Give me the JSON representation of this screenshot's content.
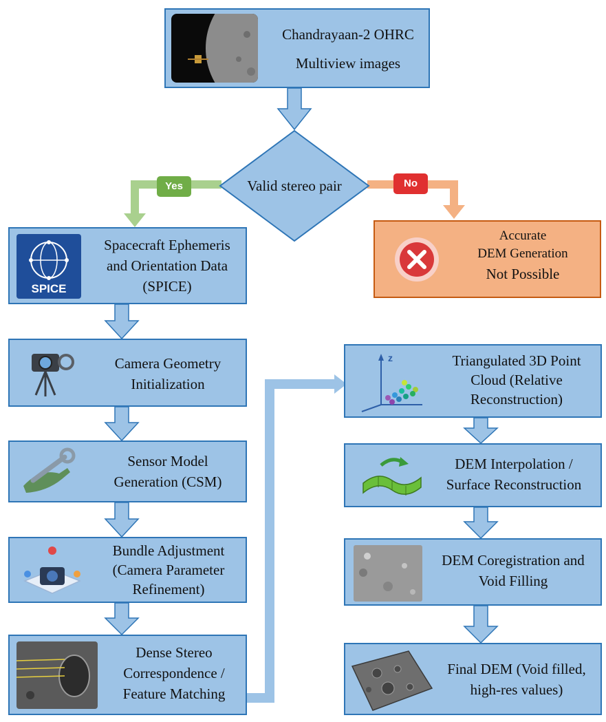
{
  "colors": {
    "box_fill": "#9dc3e6",
    "box_border": "#2e75b6",
    "arrow_fill": "#9dc3e6",
    "yes_green": "#70ad47",
    "no_orange": "#f4b183",
    "fail_box_fill": "#f4b183"
  },
  "nodes": {
    "input": {
      "lines": [
        "Chandrayaan-2 OHRC",
        "Multiview images"
      ],
      "icon": "moon-limb-spacecraft-icon"
    },
    "decision": {
      "label": "Valid stereo pair",
      "yes_label": "Yes",
      "no_label": "No"
    },
    "fail": {
      "lines": [
        "Accurate",
        "DEM Generation",
        "Not Possible"
      ],
      "icon": "red-x-icon"
    },
    "spice": {
      "lines": [
        "Spacecraft Ephemeris",
        "and Orientation Data",
        "(SPICE)"
      ],
      "icon": "spice-globe-icon",
      "icon_text": "SPICE"
    },
    "camera_geometry": {
      "lines": [
        "Camera Geometry",
        "Initialization"
      ],
      "icon": "camera-gear-icon"
    },
    "sensor_model": {
      "lines": [
        "Sensor Model",
        "Generation (CSM)"
      ],
      "icon": "wrench-hand-icon"
    },
    "bundle_adjustment": {
      "lines": [
        "Bundle Adjustment",
        "(Camera Parameter",
        "Refinement)"
      ],
      "icon": "camera-pins-icon"
    },
    "dense_stereo": {
      "lines": [
        "Dense Stereo",
        "Correspondence /",
        "Feature Matching"
      ],
      "icon": "crater-matching-icon"
    },
    "point_cloud": {
      "lines": [
        "Triangulated 3D Point",
        "Cloud (Relative",
        "Reconstruction)"
      ],
      "icon": "point-cloud-icon",
      "axis_label": "z"
    },
    "dem_interpolation": {
      "lines": [
        "DEM Interpolation /",
        "Surface Reconstruction"
      ],
      "icon": "surface-mesh-icon"
    },
    "dem_coregistration": {
      "lines": [
        "DEM Coregistration and",
        "Void Filling"
      ],
      "icon": "grey-terrain-icon"
    },
    "final_dem": {
      "lines": [
        "Final DEM (Void filled,",
        "high-res values)"
      ],
      "icon": "crater-dem-icon"
    }
  }
}
